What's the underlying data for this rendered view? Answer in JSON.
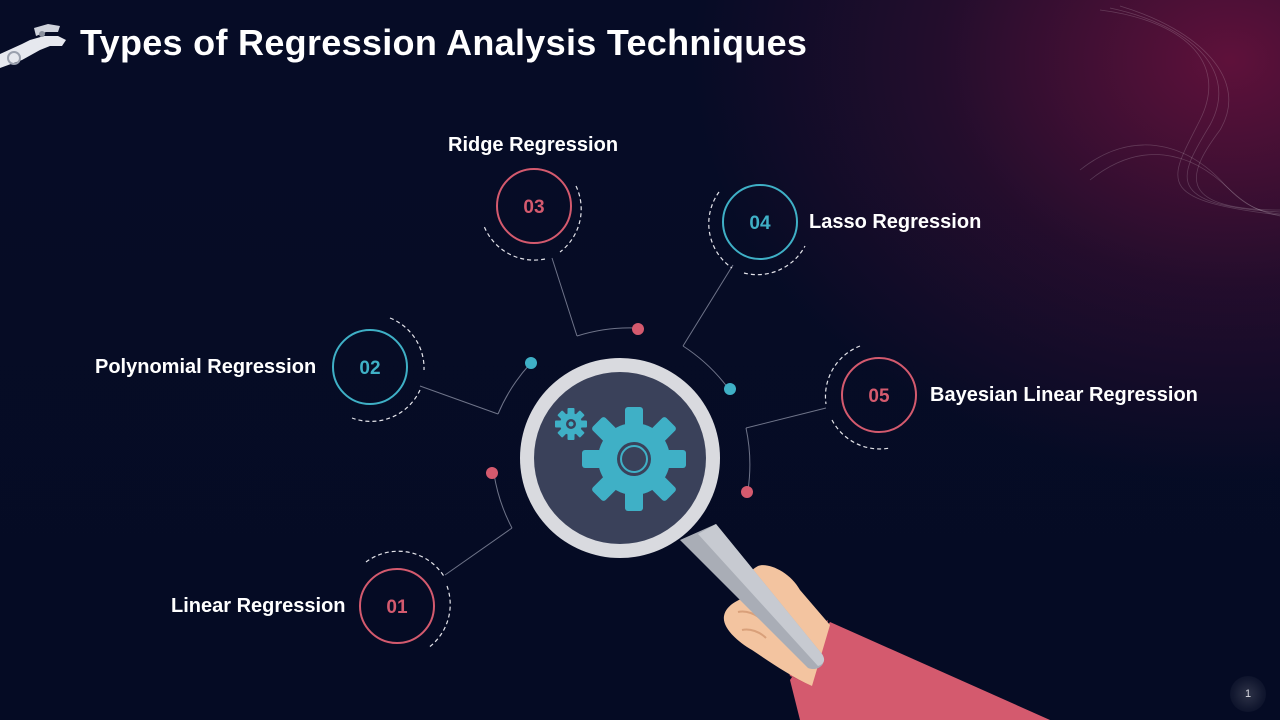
{
  "slide": {
    "title": "Types of Regression Analysis Techniques",
    "page_number": "1"
  },
  "colors": {
    "background": "#060c26",
    "accent_pink": "#d45a6e",
    "accent_teal": "#3fb0c6",
    "gear": "#3fb0c6",
    "lens": "#3a415a",
    "sleeve": "#d45a6e"
  },
  "techniques": [
    {
      "number": "01",
      "label": "Linear Regression",
      "color": "pink"
    },
    {
      "number": "02",
      "label": "Polynomial Regression",
      "color": "teal"
    },
    {
      "number": "03",
      "label": "Ridge Regression",
      "color": "pink"
    },
    {
      "number": "04",
      "label": "Lasso Regression",
      "color": "teal"
    },
    {
      "number": "05",
      "label": "Bayesian Linear Regression",
      "color": "pink"
    }
  ],
  "icons": {
    "header": "robot-hand-icon",
    "center": "magnifying-glass-icon",
    "inside_lens": "gears-icon",
    "holder": "hand-icon"
  }
}
